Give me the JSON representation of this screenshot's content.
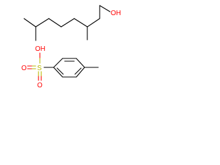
{
  "molecules": [
    {
      "id": "alcohol",
      "labels": [
        {
          "id": "oh",
          "text": "OH"
        }
      ]
    },
    {
      "id": "tosyl",
      "labels": [
        {
          "id": "oh",
          "text": "OH"
        },
        {
          "id": "s",
          "text": "S"
        },
        {
          "id": "o1",
          "text": "O"
        },
        {
          "id": "o2",
          "text": "O"
        }
      ]
    }
  ],
  "colors": {
    "bond": "#000000",
    "oxygen": "#ff0000",
    "sulfur": "#b8b800"
  }
}
